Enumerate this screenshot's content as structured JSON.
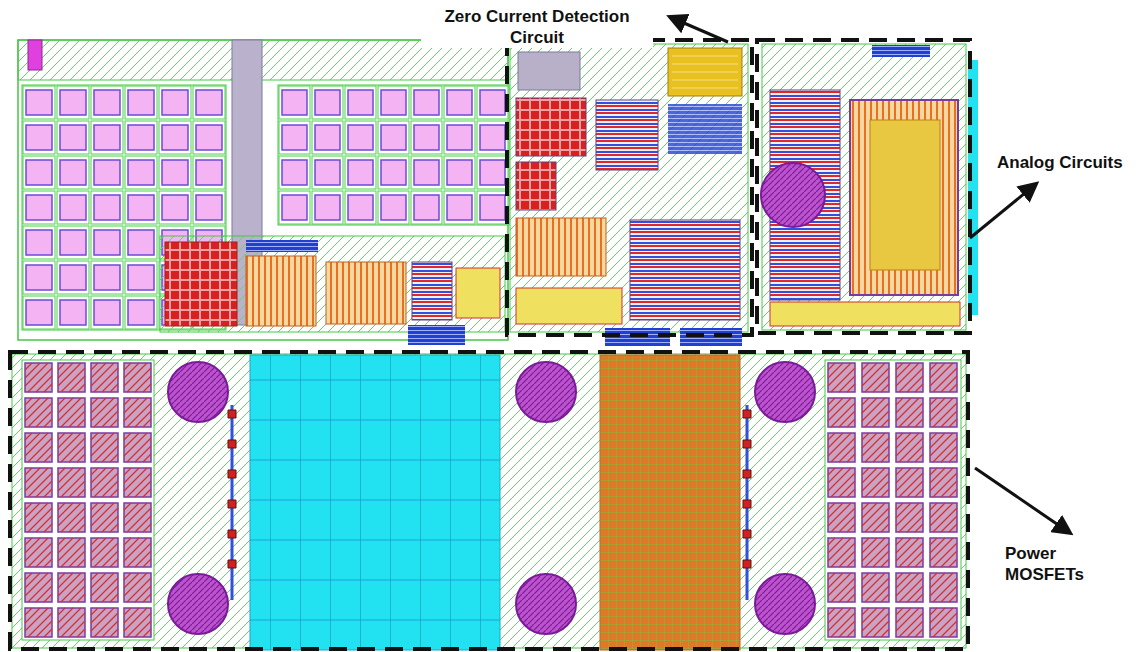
{
  "diagram": {
    "labels": [
      "Zero Current Detection Circuit",
      "Analog Circuits",
      "Power MOSFETs"
    ]
  }
}
